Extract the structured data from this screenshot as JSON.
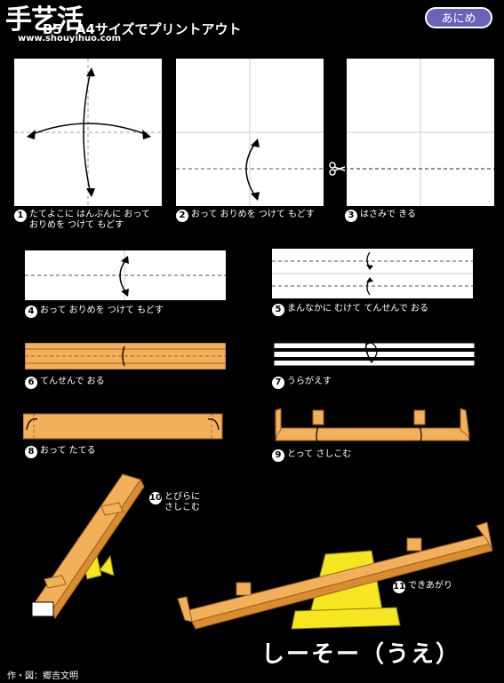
{
  "header": {
    "logo": "手艺活",
    "logo_url": "www.shouyihuo.com",
    "subtitle": "B5・A4サイズでプリントアウト",
    "badge": "あにめ"
  },
  "steps": [
    {
      "num": "1",
      "text": "たてよこに はんぶんに おって\nおりめを つけて もどす"
    },
    {
      "num": "2",
      "text": "おって おりめを つけて もどす"
    },
    {
      "num": "3",
      "text": "はさみで きる"
    },
    {
      "num": "4",
      "text": "おって おりめを つけて もどす"
    },
    {
      "num": "5",
      "text": "まんなかに むけて てんせんで おる"
    },
    {
      "num": "6",
      "text": "てんせんで おる"
    },
    {
      "num": "7",
      "text": "うらがえす"
    },
    {
      "num": "8",
      "text": "おって たてる"
    },
    {
      "num": "9",
      "text": "とって さしこむ"
    },
    {
      "num": "10",
      "text": "とびらに\nさしこむ"
    },
    {
      "num": "11",
      "text": "できあがり"
    }
  ],
  "title": "しーそー（うえ）",
  "credit": "作・図：郷吉文明",
  "colors": {
    "paper": "#ffffff",
    "orange": "#f2b05a",
    "yellow": "#f5e621",
    "badge": "#6a62b8"
  }
}
